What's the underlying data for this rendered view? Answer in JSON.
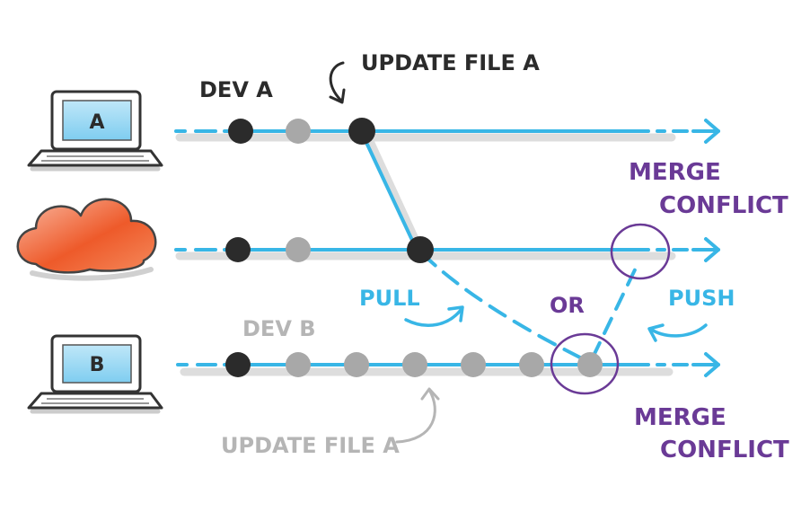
{
  "labels": {
    "dev_a": "DEV A",
    "dev_b": "DEV B",
    "update_top": "UPDATE FILE A",
    "update_bottom": "UPDATE FILE A",
    "merge_top_1": "MERGE",
    "merge_top_2": "CONFLICT",
    "merge_bottom_1": "MERGE",
    "merge_bottom_2": "CONFLICT",
    "pull": "PULL",
    "or": "OR",
    "push": "PUSH",
    "laptop_a": "A",
    "laptop_b": "B"
  },
  "colors": {
    "line": "#38b6e6",
    "shadow": "#cfcfcf",
    "dark_commit": "#2b2b2b",
    "light_commit": "#a8a8a8",
    "purple": "#6a3a96",
    "cloud": "#ee5a2a",
    "ink": "#222222",
    "gray_text": "#9a9a9a"
  },
  "icons": [
    "laptop-icon",
    "cloud-icon",
    "arrow-right-icon",
    "curved-arrow-icon"
  ]
}
